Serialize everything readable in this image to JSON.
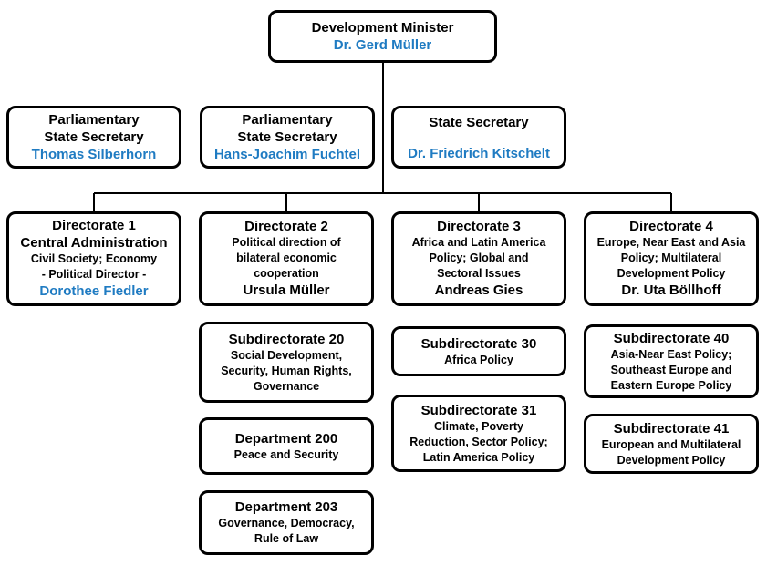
{
  "minister": {
    "title": "Development Minister",
    "name": "Dr. Gerd Müller",
    "name_color": "#1f7bc2"
  },
  "secretaries": [
    {
      "title1": "Parliamentary",
      "title2": "State Secretary",
      "name": "Thomas Silberhorn"
    },
    {
      "title1": "Parliamentary",
      "title2": "State Secretary",
      "name": "Hans-Joachim Fuchtel"
    },
    {
      "title1": "State Secretary",
      "title2": "",
      "name": "Dr. Friedrich Kitschelt"
    }
  ],
  "directorates": [
    {
      "title": "Directorate 1",
      "lines": [
        "Central Administration"
      ],
      "small": [
        "Civil Society;  Economy",
        "-  Political Director -"
      ],
      "name": "Dorothee Fiedler",
      "name_blue": true
    },
    {
      "title": "Directorate 2",
      "lines": [],
      "small": [
        "Political direction of",
        "bilateral economic",
        "cooperation"
      ],
      "name": "Ursula Müller",
      "name_blue": false
    },
    {
      "title": "Directorate 3",
      "lines": [],
      "small": [
        "Africa and Latin America",
        "Policy; Global and",
        "Sectoral Issues"
      ],
      "name": "Andreas Gies",
      "name_blue": false
    },
    {
      "title": "Directorate 4",
      "lines": [],
      "small": [
        "Europe, Near East and Asia",
        "Policy;  Multilateral",
        "Development Policy"
      ],
      "name": "Dr. Uta Böllhoff",
      "name_blue": false
    }
  ],
  "units": {
    "sub20": {
      "title": "Subdirectorate 20",
      "lines": [
        "Social Development,",
        "Security, Human Rights,",
        "Governance"
      ]
    },
    "dep200": {
      "title": "Department 200",
      "lines": [
        "Peace and Security"
      ]
    },
    "dep203": {
      "title": "Department 203",
      "lines": [
        "Governance, Democracy,",
        "Rule of Law"
      ]
    },
    "sub30": {
      "title": "Subdirectorate 30",
      "lines": [
        "Africa Policy"
      ]
    },
    "sub31": {
      "title": "Subdirectorate 31",
      "lines": [
        "Climate, Poverty",
        "Reduction,  Sector Policy;",
        "Latin America Policy"
      ]
    },
    "sub40": {
      "title": "Subdirectorate 40",
      "lines": [
        "Asia-Near East Policy;",
        "Southeast Europe and",
        "Eastern Europe Policy"
      ]
    },
    "sub41": {
      "title": "Subdirectorate 41",
      "lines": [
        "European and Multilateral",
        "Development Policy"
      ]
    }
  }
}
